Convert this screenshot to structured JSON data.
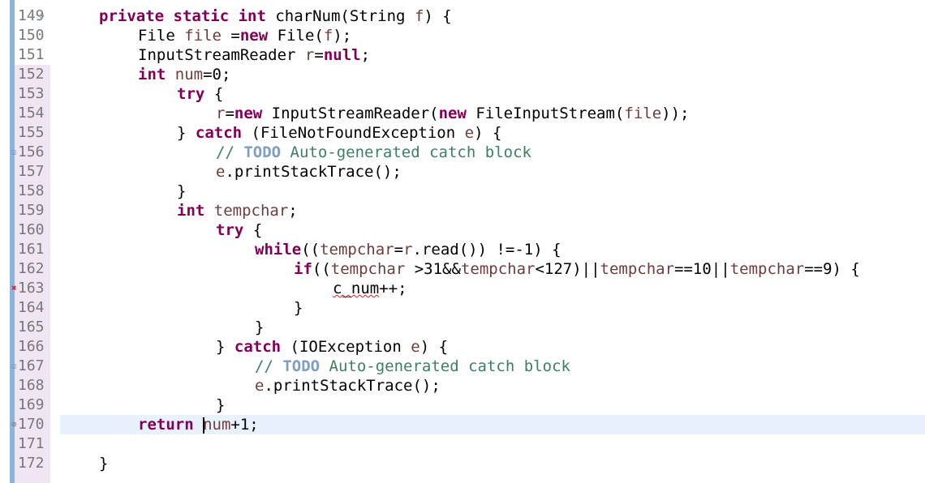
{
  "editor": {
    "lines": [
      {
        "num": "149",
        "tokens": [
          {
            "t": "private static int ",
            "c": "kw"
          },
          {
            "t": "charNum(String ",
            "c": ""
          },
          {
            "t": "f",
            "c": "var"
          },
          {
            "t": ") {",
            "c": ""
          }
        ],
        "indent": 0,
        "marker": "fold"
      },
      {
        "num": "150",
        "tokens": [
          {
            "t": "File ",
            "c": ""
          },
          {
            "t": "file",
            "c": "var"
          },
          {
            "t": " =",
            "c": ""
          },
          {
            "t": "new",
            "c": "kw"
          },
          {
            "t": " File(",
            "c": ""
          },
          {
            "t": "f",
            "c": "var"
          },
          {
            "t": ");",
            "c": ""
          }
        ],
        "indent": 1
      },
      {
        "num": "151",
        "tokens": [
          {
            "t": "InputStreamReader ",
            "c": ""
          },
          {
            "t": "r",
            "c": "var"
          },
          {
            "t": "=",
            "c": ""
          },
          {
            "t": "null",
            "c": "kw"
          },
          {
            "t": ";",
            "c": ""
          }
        ],
        "indent": 1
      },
      {
        "num": "152",
        "tokens": [
          {
            "t": "int",
            "c": "kw"
          },
          {
            "t": " ",
            "c": ""
          },
          {
            "t": "num",
            "c": "var"
          },
          {
            "t": "=0;",
            "c": ""
          }
        ],
        "indent": 1
      },
      {
        "num": "153",
        "tokens": [
          {
            "t": "try",
            "c": "kw"
          },
          {
            "t": " {",
            "c": ""
          }
        ],
        "indent": 2
      },
      {
        "num": "154",
        "tokens": [
          {
            "t": "r",
            "c": "var"
          },
          {
            "t": "=",
            "c": ""
          },
          {
            "t": "new",
            "c": "kw"
          },
          {
            "t": " InputStreamReader(",
            "c": ""
          },
          {
            "t": "new",
            "c": "kw"
          },
          {
            "t": " FileInputStream(",
            "c": ""
          },
          {
            "t": "file",
            "c": "var"
          },
          {
            "t": "));",
            "c": ""
          }
        ],
        "indent": 3
      },
      {
        "num": "155",
        "tokens": [
          {
            "t": "} ",
            "c": ""
          },
          {
            "t": "catch",
            "c": "kw"
          },
          {
            "t": " (FileNotFoundException ",
            "c": ""
          },
          {
            "t": "e",
            "c": "var"
          },
          {
            "t": ") {",
            "c": ""
          }
        ],
        "indent": 2
      },
      {
        "num": "156",
        "tokens": [
          {
            "t": "// ",
            "c": "cm"
          },
          {
            "t": "TODO",
            "c": "todo"
          },
          {
            "t": " Auto-generated catch block",
            "c": "cm"
          }
        ],
        "indent": 3,
        "marker": "task"
      },
      {
        "num": "157",
        "tokens": [
          {
            "t": "e",
            "c": "var"
          },
          {
            "t": ".printStackTrace();",
            "c": ""
          }
        ],
        "indent": 3
      },
      {
        "num": "158",
        "tokens": [
          {
            "t": "}",
            "c": ""
          }
        ],
        "indent": 2
      },
      {
        "num": "159",
        "tokens": [
          {
            "t": "int",
            "c": "kw"
          },
          {
            "t": " ",
            "c": ""
          },
          {
            "t": "tempchar",
            "c": "var"
          },
          {
            "t": ";",
            "c": ""
          }
        ],
        "indent": 2
      },
      {
        "num": "160",
        "tokens": [
          {
            "t": "try",
            "c": "kw"
          },
          {
            "t": " {",
            "c": ""
          }
        ],
        "indent": 3
      },
      {
        "num": "161",
        "tokens": [
          {
            "t": "while",
            "c": "kw"
          },
          {
            "t": "((",
            "c": ""
          },
          {
            "t": "tempchar",
            "c": "var"
          },
          {
            "t": "=",
            "c": ""
          },
          {
            "t": "r",
            "c": "var"
          },
          {
            "t": ".read()) !=-1) {",
            "c": ""
          }
        ],
        "indent": 4
      },
      {
        "num": "162",
        "tokens": [
          {
            "t": "if",
            "c": "kw"
          },
          {
            "t": "((",
            "c": ""
          },
          {
            "t": "tempchar",
            "c": "var"
          },
          {
            "t": " >31&&",
            "c": ""
          },
          {
            "t": "tempchar",
            "c": "var"
          },
          {
            "t": "<127)||",
            "c": ""
          },
          {
            "t": "tempchar",
            "c": "var"
          },
          {
            "t": "==10||",
            "c": ""
          },
          {
            "t": "tempchar",
            "c": "var"
          },
          {
            "t": "==9) {",
            "c": ""
          }
        ],
        "indent": 5
      },
      {
        "num": "163",
        "tokens": [
          {
            "t": "c_num",
            "c": "squiggle"
          },
          {
            "t": "++;",
            "c": ""
          }
        ],
        "indent": 6,
        "marker": "error"
      },
      {
        "num": "164",
        "tokens": [
          {
            "t": "}",
            "c": ""
          }
        ],
        "indent": 5
      },
      {
        "num": "165",
        "tokens": [
          {
            "t": "}",
            "c": ""
          }
        ],
        "indent": 4
      },
      {
        "num": "166",
        "tokens": [
          {
            "t": "} ",
            "c": ""
          },
          {
            "t": "catch",
            "c": "kw"
          },
          {
            "t": " (IOException ",
            "c": ""
          },
          {
            "t": "e",
            "c": "var"
          },
          {
            "t": ") {",
            "c": ""
          }
        ],
        "indent": 3
      },
      {
        "num": "167",
        "tokens": [
          {
            "t": "// ",
            "c": "cm"
          },
          {
            "t": "TODO",
            "c": "todo"
          },
          {
            "t": " Auto-generated catch block",
            "c": "cm"
          }
        ],
        "indent": 4,
        "marker": "task"
      },
      {
        "num": "168",
        "tokens": [
          {
            "t": "e",
            "c": "var"
          },
          {
            "t": ".printStackTrace();",
            "c": ""
          }
        ],
        "indent": 4
      },
      {
        "num": "169",
        "tokens": [
          {
            "t": "}",
            "c": ""
          }
        ],
        "indent": 3
      },
      {
        "num": "170",
        "tokens": [
          {
            "t": "return",
            "c": "kw"
          },
          {
            "t": " ",
            "c": ""
          },
          {
            "t": "|",
            "c": "caret"
          },
          {
            "t": "num",
            "c": "var"
          },
          {
            "t": "+1;",
            "c": ""
          }
        ],
        "indent": 1,
        "marker": "warn",
        "current": true
      },
      {
        "num": "171",
        "tokens": [],
        "indent": 0
      },
      {
        "num": "172",
        "tokens": [
          {
            "t": "}",
            "c": ""
          }
        ],
        "indent": 0
      }
    ],
    "colors": {
      "keyword": "#7f0055",
      "variable": "#6a3e3e",
      "comment": "#3f7f5f",
      "todo": "#7f9fbf",
      "current_line": "#e8f2fe",
      "overview_bar": "#8cb4e0"
    }
  }
}
